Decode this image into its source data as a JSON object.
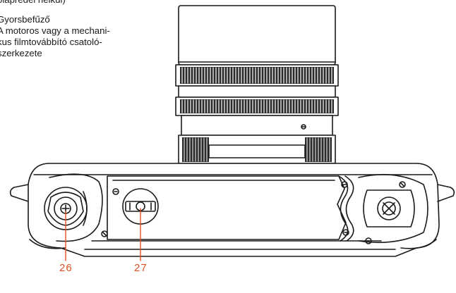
{
  "text": {
    "line_prev": "blaprédei nélkül)",
    "heading": "Gyorsbefűző",
    "body_lines": [
      "A motoros vagy a mechani-",
      "kus filmtovábbító csatoló-",
      "szerkezete"
    ]
  },
  "callouts": [
    "26",
    "27"
  ],
  "colors": {
    "callout": "#e0501e",
    "line": "#1a1a1a"
  }
}
